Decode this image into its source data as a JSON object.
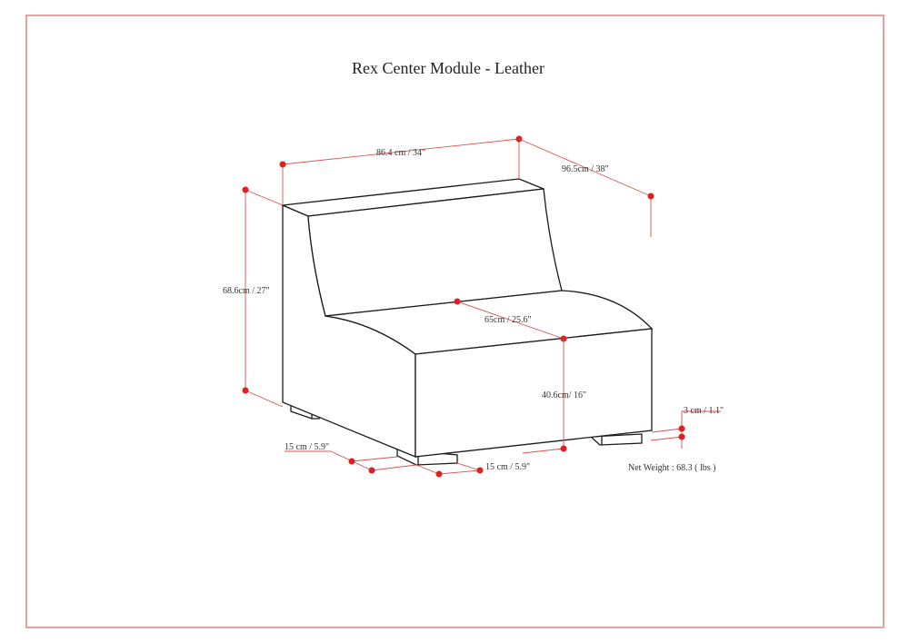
{
  "title": "Rex Center Module -  Leather",
  "colors": {
    "frame": "#e8a0a0",
    "dimension_line": "#d9534f",
    "dimension_dot": "#e02020",
    "outline": "#1a1a1a"
  },
  "dimensions": {
    "width": "86.4 cm / 34\"",
    "depth": "96.5cm / 38\"",
    "height": "68.6cm / 27\"",
    "seat_depth": "65cm / 25.6\"",
    "seat_height": "40.6cm/ 16\"",
    "leg_height": "3 cm / 1.1\"",
    "leg_width_left": "15 cm / 5.9\"",
    "leg_width_right": "15 cm / 5.9\""
  },
  "net_weight": "Net Weight : 68.3 ( lbs )"
}
